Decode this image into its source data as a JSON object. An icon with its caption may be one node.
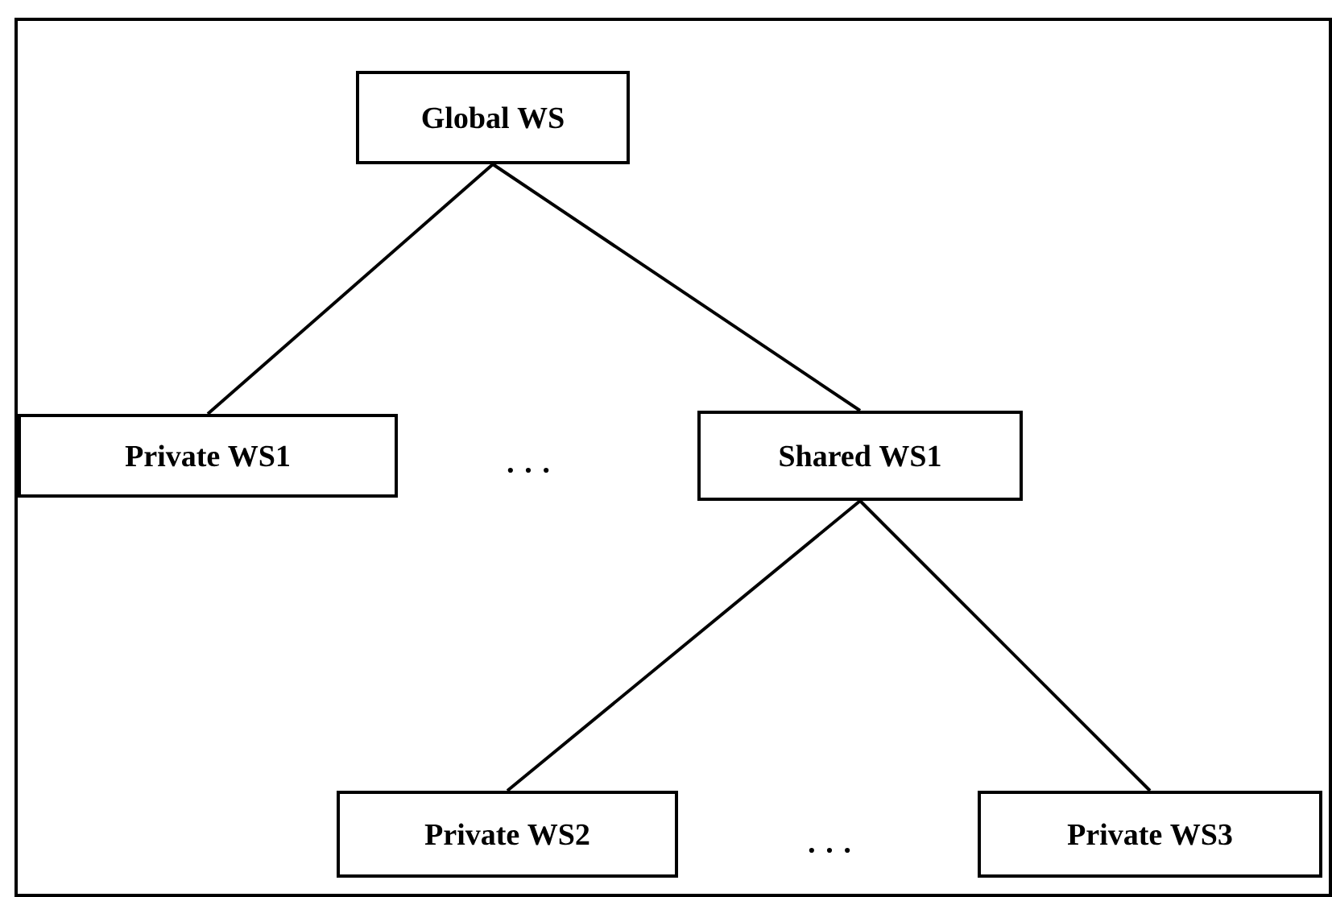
{
  "diagram": {
    "nodes": [
      {
        "text": [
          "Global WS"
        ]
      },
      {
        "text": [
          "Private WS1"
        ]
      },
      {
        "text": [
          "Shared WS1"
        ]
      },
      {
        "text": [
          "Private WS2"
        ]
      },
      {
        "text": [
          "Private WS3"
        ]
      }
    ],
    "edges": [
      {
        "from": 0,
        "to": 1,
        "arrow": "none"
      },
      {
        "from": 0,
        "to": 2,
        "arrow": "none"
      },
      {
        "from": 2,
        "to": 3,
        "arrow": "none"
      },
      {
        "from": 2,
        "to": 4,
        "arrow": "none"
      }
    ],
    "labels": [
      ". . .",
      ". . ."
    ]
  }
}
